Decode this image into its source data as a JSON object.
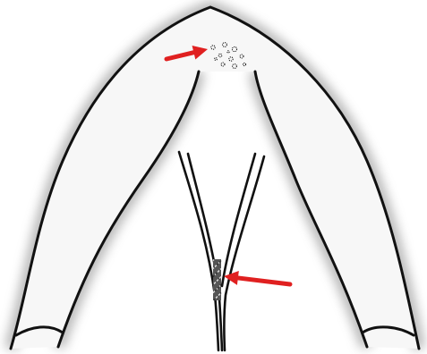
{
  "colors": {
    "background": "#ffffff",
    "outline": "#111111",
    "fill": "#f7f7f7",
    "shadow": "#9b9b9b",
    "arrow": "#e02020"
  },
  "annotations": [
    {
      "name": "arrow-to-dots",
      "points_to": "speckled-dot-cluster"
    },
    {
      "name": "arrow-to-stippled-streak",
      "points_to": "stippled-streak"
    }
  ]
}
